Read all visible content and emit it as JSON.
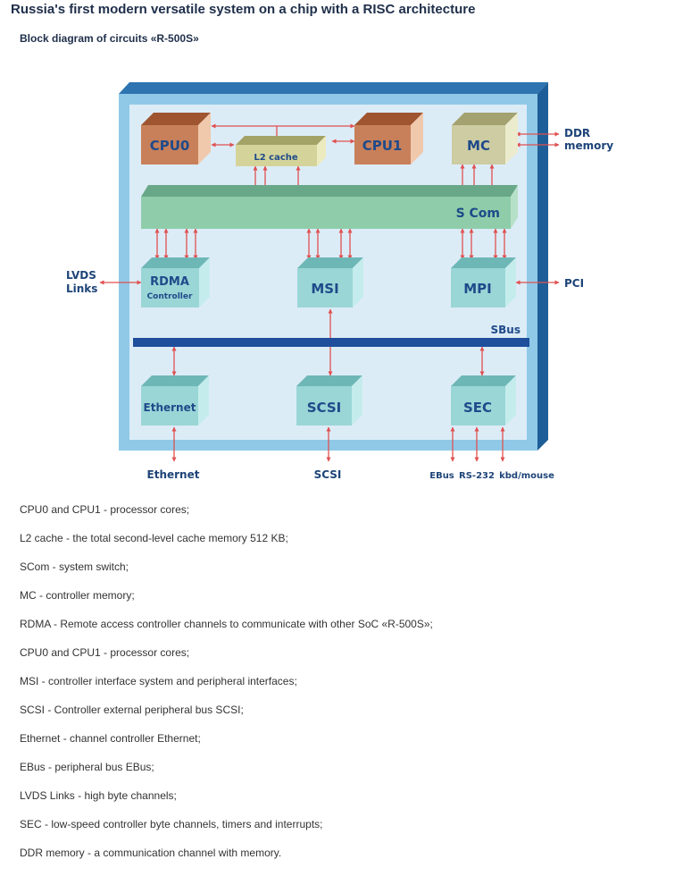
{
  "header": {
    "title": "Russia's first modern versatile system on a chip with a RISC architecture",
    "subtitle": "Block diagram of circuits «R-500S»"
  },
  "diagram": {
    "blocks": {
      "cpu0": "CPU0",
      "cpu1": "CPU1",
      "l2": "L2 cache",
      "mc": "MC",
      "scom": "S Com",
      "rdma": "RDMA",
      "rdma_sub": "Controller",
      "msi": "MSI",
      "mpi": "MPI",
      "sbus": "SBus",
      "ethernet": "Ethernet",
      "scsi": "SCSI",
      "sec": "SEC"
    },
    "external": {
      "ddr_line1": "DDR",
      "ddr_line2": "memory",
      "lvds_line1": "LVDS",
      "lvds_line2": "Links",
      "pci": "PCI",
      "ethernet": "Ethernet",
      "scsi": "SCSI",
      "ebus": "EBus",
      "rs232": "RS-232",
      "kbd": "kbd/mouse"
    },
    "colors": {
      "chip_face": "#dcecf7",
      "chip_frame": "#8fc9e7",
      "cpu": "#c8805a",
      "l2": "#d4d49a",
      "mc": "#cdcca2",
      "scom": "#8fcdaa",
      "peripheral": "#9ad6d6",
      "sbus": "#1e4e9c",
      "arrow": "#e05050"
    }
  },
  "legend": [
    "CPU0 and CPU1 - processor cores;",
    "L2 cache - the total second-level cache memory 512 KB;",
    "SCom - system switch;",
    "MC - controller memory;",
    "RDMA - Remote access controller channels to communicate with other SoC «R-500S»;",
    "CPU0 and CPU1 - processor cores;",
    "MSI - controller interface system and peripheral interfaces;",
    "SCSI - Controller external peripheral bus SCSI;",
    "Ethernet - channel controller Ethernet;",
    "EBus - peripheral bus EBus;",
    "LVDS Links - high byte channels;",
    "SEC - low-speed controller byte channels, timers and interrupts;",
    "DDR memory - a communication channel with memory."
  ]
}
